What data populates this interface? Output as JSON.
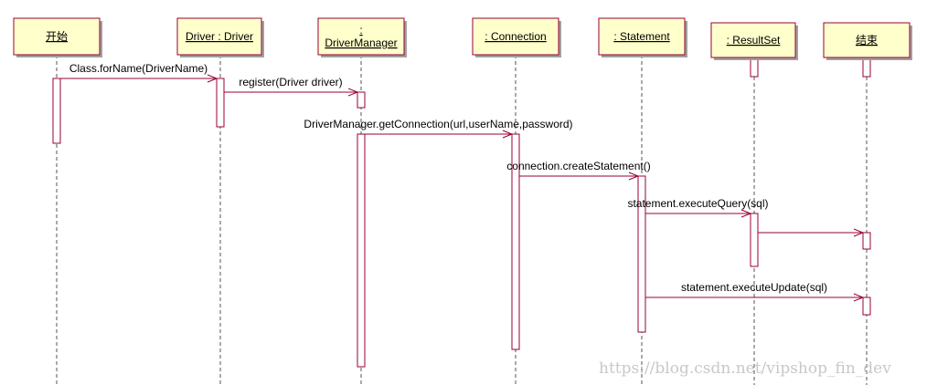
{
  "diagram": {
    "lifelines": [
      {
        "id": "start",
        "label_lines": [
          "开始"
        ]
      },
      {
        "id": "driver",
        "label_lines": [
          "Driver : Driver"
        ]
      },
      {
        "id": "driver_manager",
        "label_lines": [
          ":",
          "DriverManager"
        ]
      },
      {
        "id": "connection",
        "label_lines": [
          ": Connection"
        ]
      },
      {
        "id": "statement",
        "label_lines": [
          ": Statement"
        ]
      },
      {
        "id": "result_set",
        "label_lines": [
          ": ResultSet"
        ]
      },
      {
        "id": "end",
        "label_lines": [
          "结束"
        ]
      }
    ],
    "messages": [
      {
        "from": "start",
        "to": "driver",
        "label": "Class.forName(DriverName)"
      },
      {
        "from": "driver",
        "to": "driver_manager",
        "label": "register(Driver driver)"
      },
      {
        "from": "driver_manager",
        "to": "connection",
        "label": "DriverManager.getConnection(url,userName,password)"
      },
      {
        "from": "connection",
        "to": "statement",
        "label": "connection.createStatement()"
      },
      {
        "from": "statement",
        "to": "result_set",
        "label": "statement.executeQuery(sql)"
      },
      {
        "from": "result_set",
        "to": "end",
        "label": ""
      },
      {
        "from": "statement",
        "to": "end",
        "label": "statement.executeUpdate(sql)"
      }
    ],
    "colors": {
      "box_fill": "#ffffcc",
      "box_stroke": "#990033",
      "line": "#990033",
      "lifeline": "#555555"
    }
  },
  "watermark": "https://blog.csdn.net/vipshop_fin_dev"
}
